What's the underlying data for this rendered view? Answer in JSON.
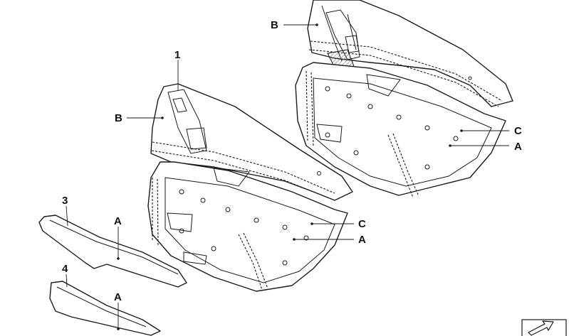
{
  "labels": {
    "part_1": "1",
    "part_3": "3",
    "part_4": "4",
    "b_front": "B",
    "b_rear": "B",
    "c_front": "C",
    "c_rear": "C",
    "a_front": "A",
    "a_rear": "A",
    "a_part3": "A",
    "a_part4": "A"
  },
  "colors": {
    "line": "#1a1a1a",
    "background": "#ffffff",
    "hatch": "#777777"
  },
  "icons": [
    "arrow-logo-icon"
  ]
}
